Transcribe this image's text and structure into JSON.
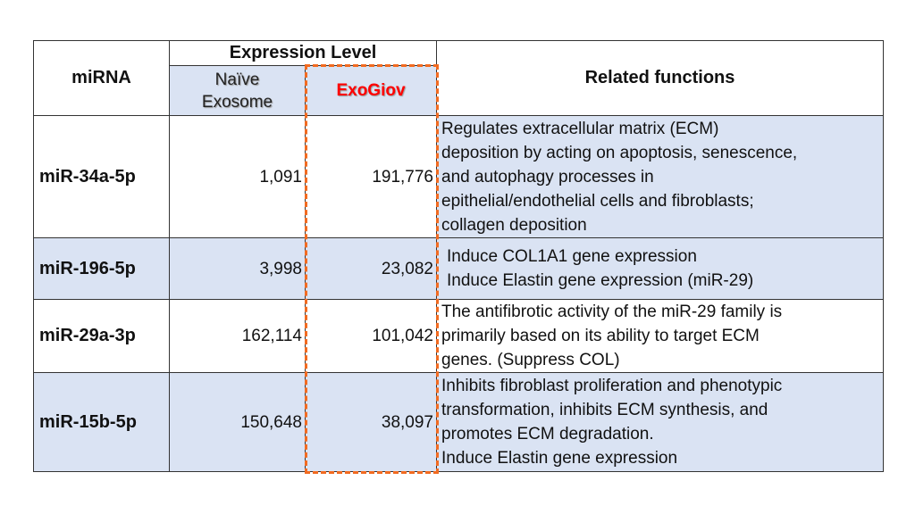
{
  "header": {
    "mirna": "miRNA",
    "expression_level": "Expression Level",
    "naive_line1": "Naïve",
    "naive_line2": "Exosome",
    "exogiov": "ExoGiov",
    "functions": "Related functions"
  },
  "rows": [
    {
      "name": "miR-34a-5p",
      "naive": "1,091",
      "exogiov": "191,776",
      "functions": [
        "Regulates extracellular matrix (ECM)",
        "deposition by acting on apoptosis, senescence,",
        "and autophagy processes in",
        "epithelial/endothelial cells and fibroblasts;",
        "collagen deposition"
      ]
    },
    {
      "name": "miR-196-5p",
      "naive": "3,998",
      "exogiov": "23,082",
      "functions": [
        "Induce COL1A1 gene expression",
        "Induce Elastin gene expression (miR-29)"
      ]
    },
    {
      "name": "miR-29a-3p",
      "naive": "162,114",
      "exogiov": "101,042",
      "functions": [
        "The antifibrotic activity of the miR-29 family is",
        "primarily based on its ability to target ECM",
        "genes. (Suppress COL)"
      ]
    },
    {
      "name": "miR-15b-5p",
      "naive": "150,648",
      "exogiov": "38,097",
      "functions": [
        "Inhibits fibroblast proliferation and phenotypic",
        "transformation, inhibits ECM synthesis, and",
        "promotes ECM degradation.",
        "Induce Elastin gene expression"
      ]
    }
  ],
  "colors": {
    "highlight": "#f26b21",
    "shade": "#dae3f3",
    "exogiov_text": "#ff0000"
  }
}
